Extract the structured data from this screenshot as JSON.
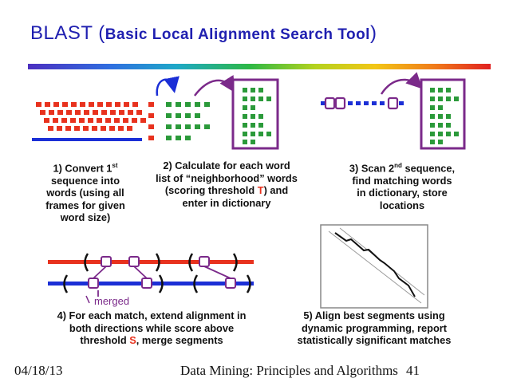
{
  "title": {
    "main": "BLAST",
    "paren_open": "(",
    "subtitle": "Basic Local Alignment Search Tool",
    "paren_close": ")"
  },
  "colors": {
    "title": "#1f1fb0",
    "red": "#e8321e",
    "green": "#2b9a3a",
    "purple": "#7b2a8a",
    "blue": "#1b2fd6"
  },
  "steps": {
    "s1": [
      "1) Convert 1",
      "st",
      " sequence into",
      "words (using all",
      "frames for given",
      "word size)"
    ],
    "s2": [
      "2) Calculate for each word",
      "list of “neighborhood” words",
      "(scoring threshold ",
      "T",
      ") and",
      "enter in dictionary"
    ],
    "s3": [
      "3) Scan 2",
      "nd",
      " sequence,",
      "find matching words",
      "in dictionary, store",
      "locations"
    ],
    "s4": [
      "4) For each match, extend alignment in",
      "both directions while score above",
      "threshold ",
      "S",
      ", merge segments"
    ],
    "s5": [
      "5) Align best segments using",
      "dynamic programming, report",
      "statistically significant matches"
    ]
  },
  "merged_label": "merged",
  "footer": {
    "date": "04/18/13",
    "course": "Data Mining: Principles and Algorithms",
    "page": "41"
  }
}
